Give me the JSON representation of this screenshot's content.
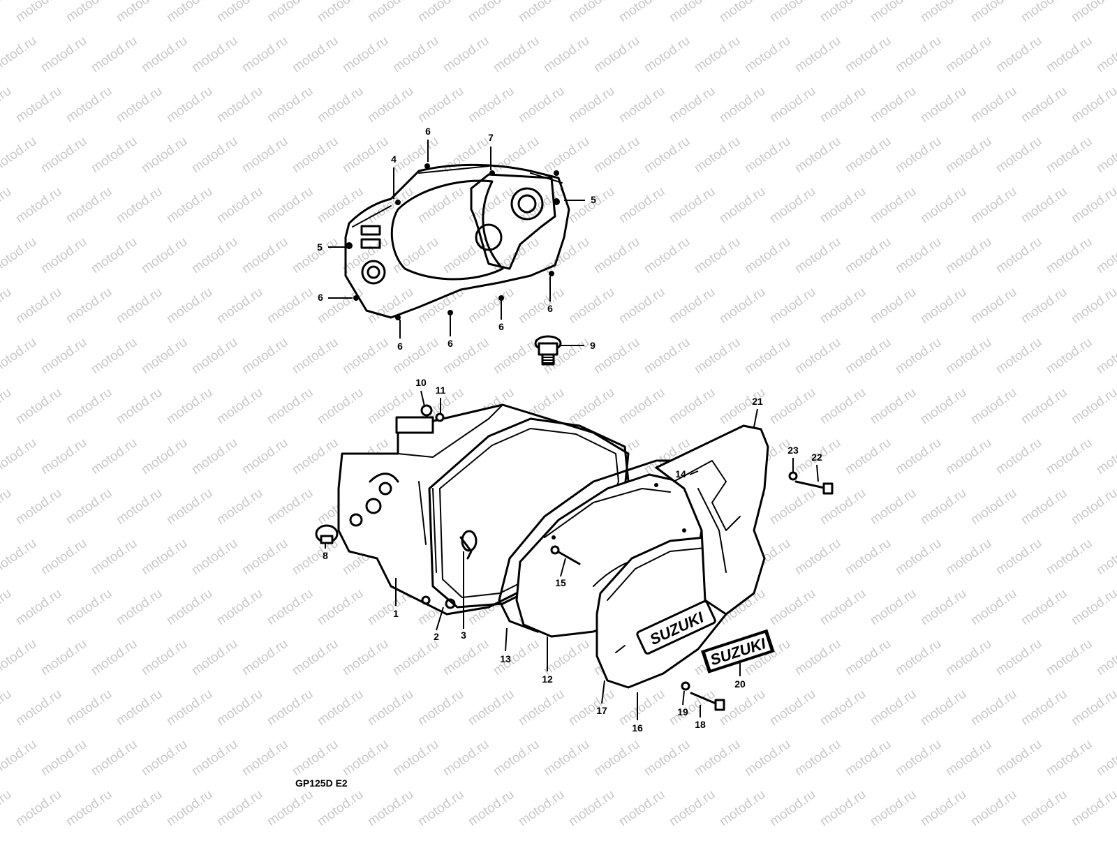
{
  "watermark": {
    "text": "motod.ru"
  },
  "diagram_code": "GP125D E2",
  "logo_text": "SUZUKI",
  "callouts": [
    "1",
    "2",
    "3",
    "4",
    "5",
    "6",
    "7",
    "8",
    "9",
    "10",
    "11",
    "12",
    "13",
    "14",
    "15",
    "16",
    "17",
    "18",
    "19",
    "20",
    "21",
    "22",
    "23"
  ]
}
